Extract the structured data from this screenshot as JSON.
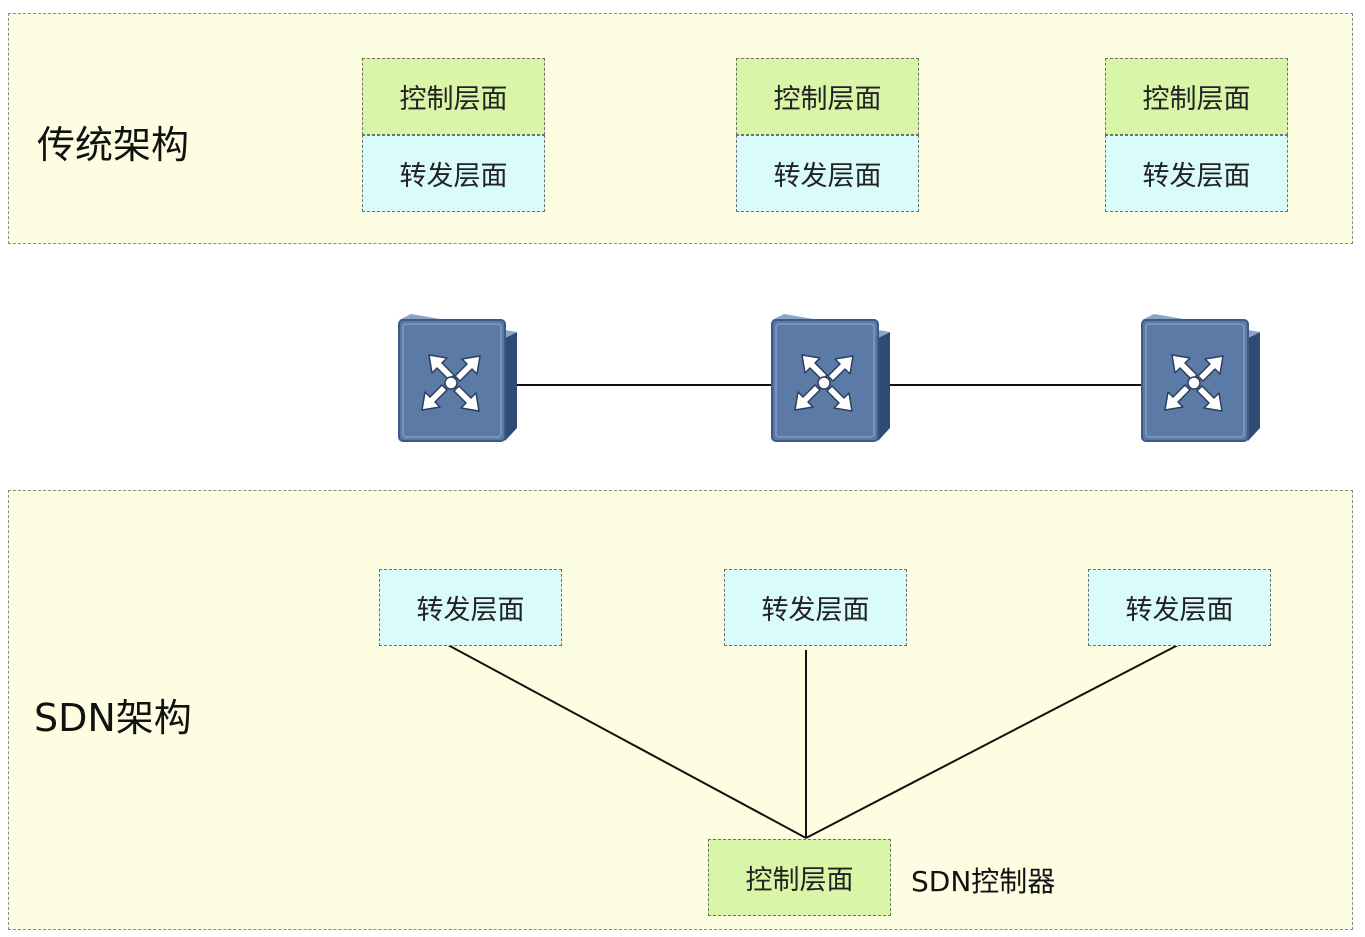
{
  "traditional": {
    "label": "传统架构",
    "nodes": [
      {
        "control": "控制层面",
        "forwarding": "转发层面"
      },
      {
        "control": "控制层面",
        "forwarding": "转发层面"
      },
      {
        "control": "控制层面",
        "forwarding": "转发层面"
      }
    ]
  },
  "switches": {
    "icon": "network-switch-icon",
    "count": 3
  },
  "sdn": {
    "label": "SDN架构",
    "forwarding_nodes": [
      "转发层面",
      "转发层面",
      "转发层面"
    ],
    "controller": {
      "plane": "控制层面",
      "caption": "SDN控制器"
    }
  },
  "colors": {
    "panel_bg": "#fdfde2",
    "control_plane": "#d8f5a8",
    "forwarding_plane": "#d9fbfb",
    "switch_face": "#5b7aa6",
    "switch_side": "#2f4b73"
  }
}
